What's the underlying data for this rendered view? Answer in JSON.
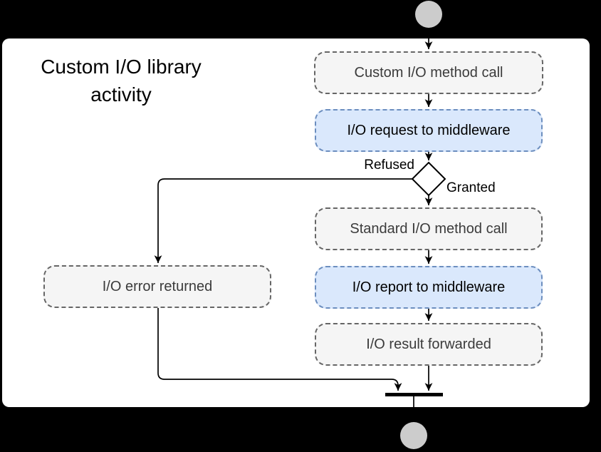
{
  "diagram": {
    "title": "Custom I/O library activity",
    "nodes": {
      "custom_call": {
        "label": "Custom I/O method call",
        "style": "gray"
      },
      "io_request": {
        "label": "I/O request to middleware",
        "style": "blue"
      },
      "standard_call": {
        "label": "Standard I/O method call",
        "style": "gray"
      },
      "io_report": {
        "label": "I/O report to middleware",
        "style": "blue"
      },
      "io_result": {
        "label": "I/O result forwarded",
        "style": "gray"
      },
      "io_error": {
        "label": "I/O error returned",
        "style": "gray"
      }
    },
    "edge_labels": {
      "refused": "Refused",
      "granted": "Granted"
    },
    "shapes": {
      "start_node": "initial-node-circle",
      "end_node": "final-node-circle",
      "decision": "decision-diamond",
      "join": "join-bar"
    },
    "colors": {
      "background": "#000000",
      "panel": "#ffffff",
      "gray_fill": "#f5f5f5",
      "gray_border": "#666666",
      "gray_text": "#3b3b3b",
      "blue_fill": "#dae8fc",
      "blue_border": "#6c8ebf",
      "blue_text": "#000000",
      "circle_fill": "#cccccc",
      "line": "#000000"
    }
  }
}
